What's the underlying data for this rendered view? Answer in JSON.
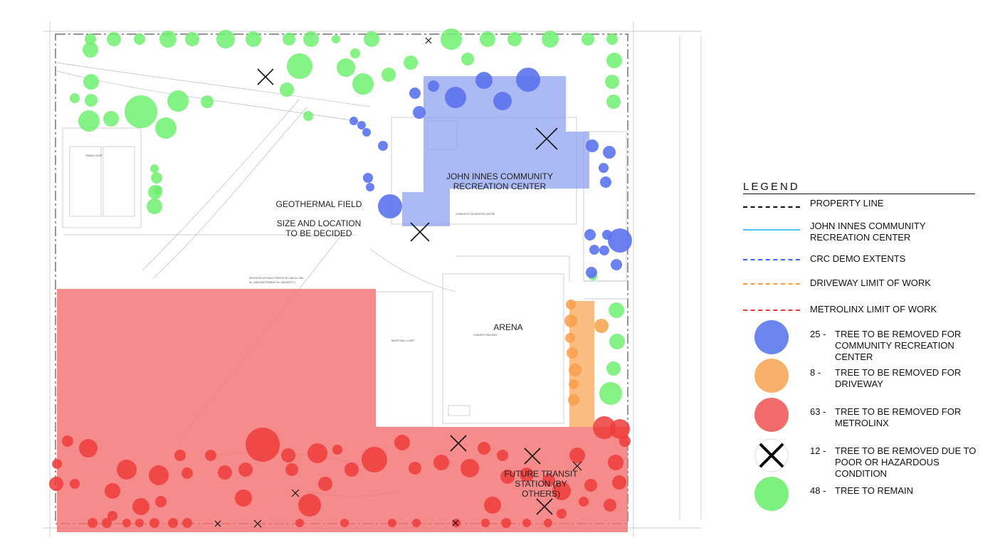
{
  "plan": {
    "labels": {
      "crc": [
        "JOHN INNES COMMUNITY",
        "RECREATION CENTER"
      ],
      "geothermal": [
        "GEOTHERMAL FIELD",
        "SIZE AND LOCATION",
        "TO BE DECIDED"
      ],
      "arena": "ARENA",
      "transit": [
        "FUTURE TRANSIT",
        "STATION (BY",
        "OTHERS)"
      ]
    }
  },
  "legend": {
    "title": "LEGEND",
    "lines": [
      {
        "label": "PROPERTY LINE",
        "color": "#111111"
      },
      {
        "label": "JOHN INNES COMMUNITY RECREATION CENTER",
        "color": "#4fc3f7"
      },
      {
        "label": "CRC DEMO EXTENTS",
        "color": "#3366ff"
      },
      {
        "label": "DRIVEWAY LIMIT OF WORK",
        "color": "#ff9933"
      },
      {
        "label": "METROLINX LIMIT OF WORK",
        "color": "#ee3333"
      }
    ],
    "trees": [
      {
        "count": "25 -",
        "label": "TREE TO BE REMOVED FOR COMMUNITY RECREATION CENTER",
        "color": "#6a85f0"
      },
      {
        "count": "8 -",
        "label": "TREE TO BE REMOVED FOR DRIVEWAY",
        "color": "#f9b06a"
      },
      {
        "count": "63 -",
        "label": "TREE TO BE REMOVED FOR METROLINX",
        "color": "#f26b6b"
      },
      {
        "count": "12 -",
        "label": "TREE TO BE REMOVED DUE TO POOR OR HAZARDOUS CONDITION",
        "icon": "x-mark-icon"
      },
      {
        "count": "48 -",
        "label": "TREE TO REMAIN",
        "color": "#7df07d"
      }
    ]
  },
  "colors": {
    "green_tree": "#6ff06f",
    "blue_tree": "#5b73ee",
    "orange_tree": "#f7a04a",
    "red_tree": "#ee3b3b",
    "crc_zone": "#8fa2f2",
    "metrolinx_zone": "#f47171",
    "driveway_zone": "#f9b06a"
  }
}
